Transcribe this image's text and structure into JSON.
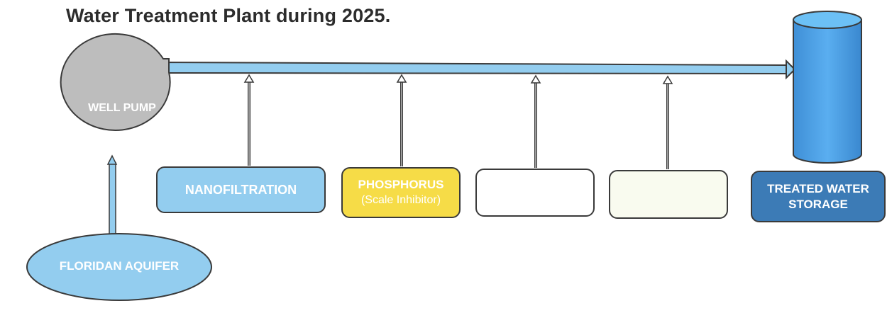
{
  "title": "Water Treatment Plant during 2025.",
  "nodes": {
    "well_pump": "WELL PUMP",
    "aquifer": "FLORIDAN AQUIFER",
    "nanofiltration": "NANOFILTRATION",
    "phosphorus": {
      "line1": "PHOSPHORUS",
      "line2": "(Scale Inhibitor)"
    },
    "blank_1": "",
    "blank_2": "",
    "storage": {
      "line1": "TREATED WATER",
      "line2": "STORAGE"
    }
  },
  "colors": {
    "pump": "#bdbdbd",
    "aquifer": "#93cdef",
    "pipe": "#93cdef",
    "nanofiltration": "#93cdef",
    "phosphorus": "#f6dc47",
    "storage": "#3c7bb6",
    "tank": "#4a9ee0",
    "outline": "#3a3a3a"
  }
}
